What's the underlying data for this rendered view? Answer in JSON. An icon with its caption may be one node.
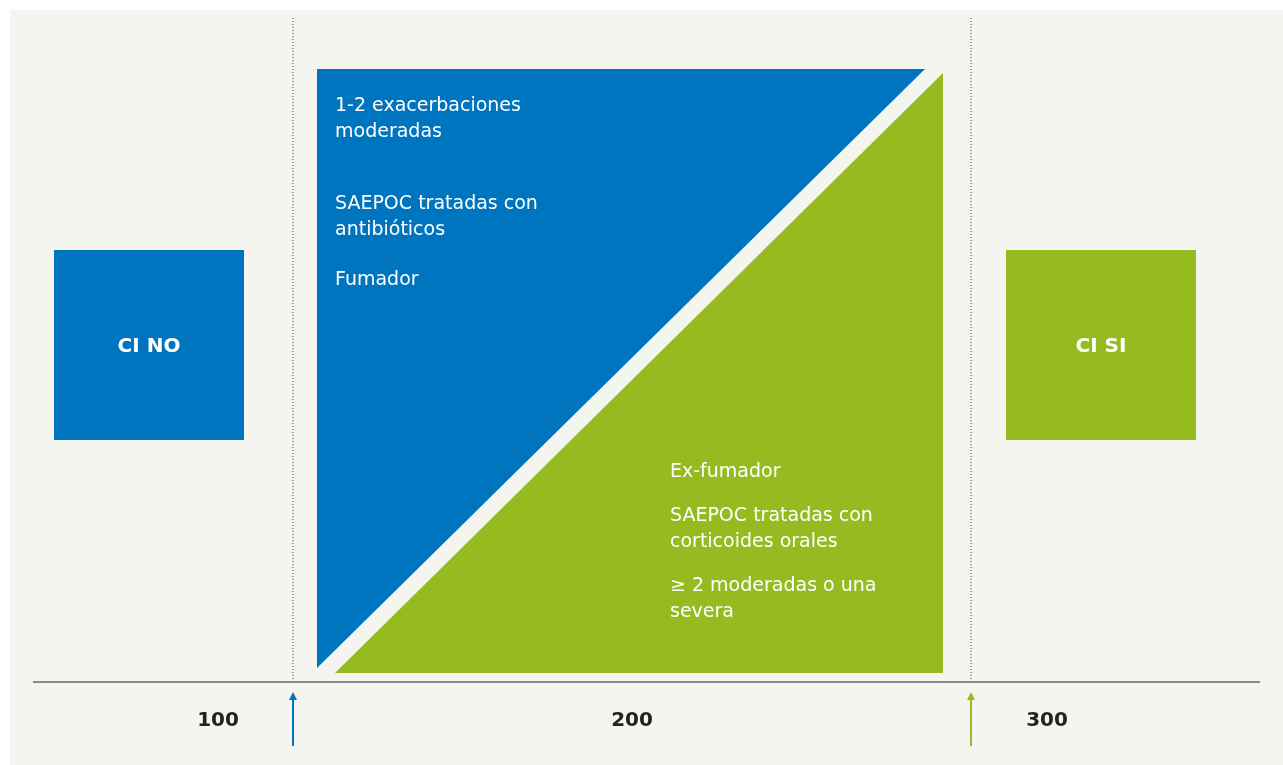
{
  "diagram": {
    "nodes": [
      {
        "text": [
          "CI NO"
        ]
      },
      {
        "text": [
          "1-2 exacerbaciones moderadas",
          "SAEPOC tratadas con antibióticos",
          "Fumador"
        ]
      },
      {
        "text": [
          "Ex-fumador",
          "SAEPOC tratadas con corticoides orales",
          "≥ 2 moderadas o una severa"
        ]
      },
      {
        "text": [
          "CI SI"
        ]
      }
    ],
    "edges": [],
    "labels": [
      "100",
      "200",
      "300"
    ]
  }
}
